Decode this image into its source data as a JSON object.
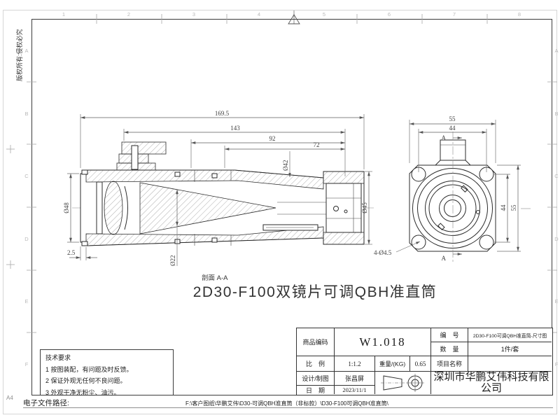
{
  "sheet": {
    "size_label": "A4",
    "copyright": "版权所有:侵权必究",
    "zone_columns": [
      "1",
      "2",
      "3",
      "4",
      "5",
      "6",
      "7",
      "8"
    ],
    "zone_rows": [
      "A",
      "B",
      "C",
      "D",
      "E",
      "F"
    ],
    "file_path_label": "电子文件路径:",
    "file_path": "F:\\客户图纸\\华鹏艾伟\\D30-可调QBH准直筒（非标款）\\D30-F100可调QBH准直筒\\"
  },
  "views": {
    "section_label": "剖面 A-A",
    "title": "2D30-F100双镜片可调QBH准直筒",
    "section_dims": {
      "total_length": "169.5",
      "length_143": "143",
      "length_92": "92",
      "length_72": "72",
      "dia_42": "Ø42",
      "dia_45": "Ø45",
      "dia_48": "Ø48",
      "dia_22": "Ø22",
      "offset_2_5": "2.5"
    },
    "front_dims": {
      "width_55": "55",
      "bolt_span_44": "44",
      "bolt_span_44_v": "44",
      "height_55": "55",
      "holes": "4-Ø4.5",
      "cut_marker": "A"
    }
  },
  "tech_requirements": {
    "heading": "技术要求",
    "items": [
      "1  按图装配，有问题及时反馈。",
      "2  保证外观无任何不良问题。",
      "3  外观干净无粉尘、油污。"
    ]
  },
  "title_block": {
    "product_code_label": "商品编码",
    "product_code": "W1.018",
    "scale_label": "比　例",
    "scale": "1:1.2",
    "weight_label": "重量/(KG)",
    "weight": "0.65",
    "designer_label": "设计/制图",
    "designer": "张昌屏",
    "date_label": "日　期",
    "date": "2023/11/1",
    "number_label": "编　号",
    "number": "2D30-F100可调QBH准直筒-尺寸图",
    "quantity_label": "数　量",
    "quantity": "1件/套",
    "project_label": "项目名称",
    "project": "",
    "company": "深圳市华鹏艾伟科技有限公司"
  }
}
